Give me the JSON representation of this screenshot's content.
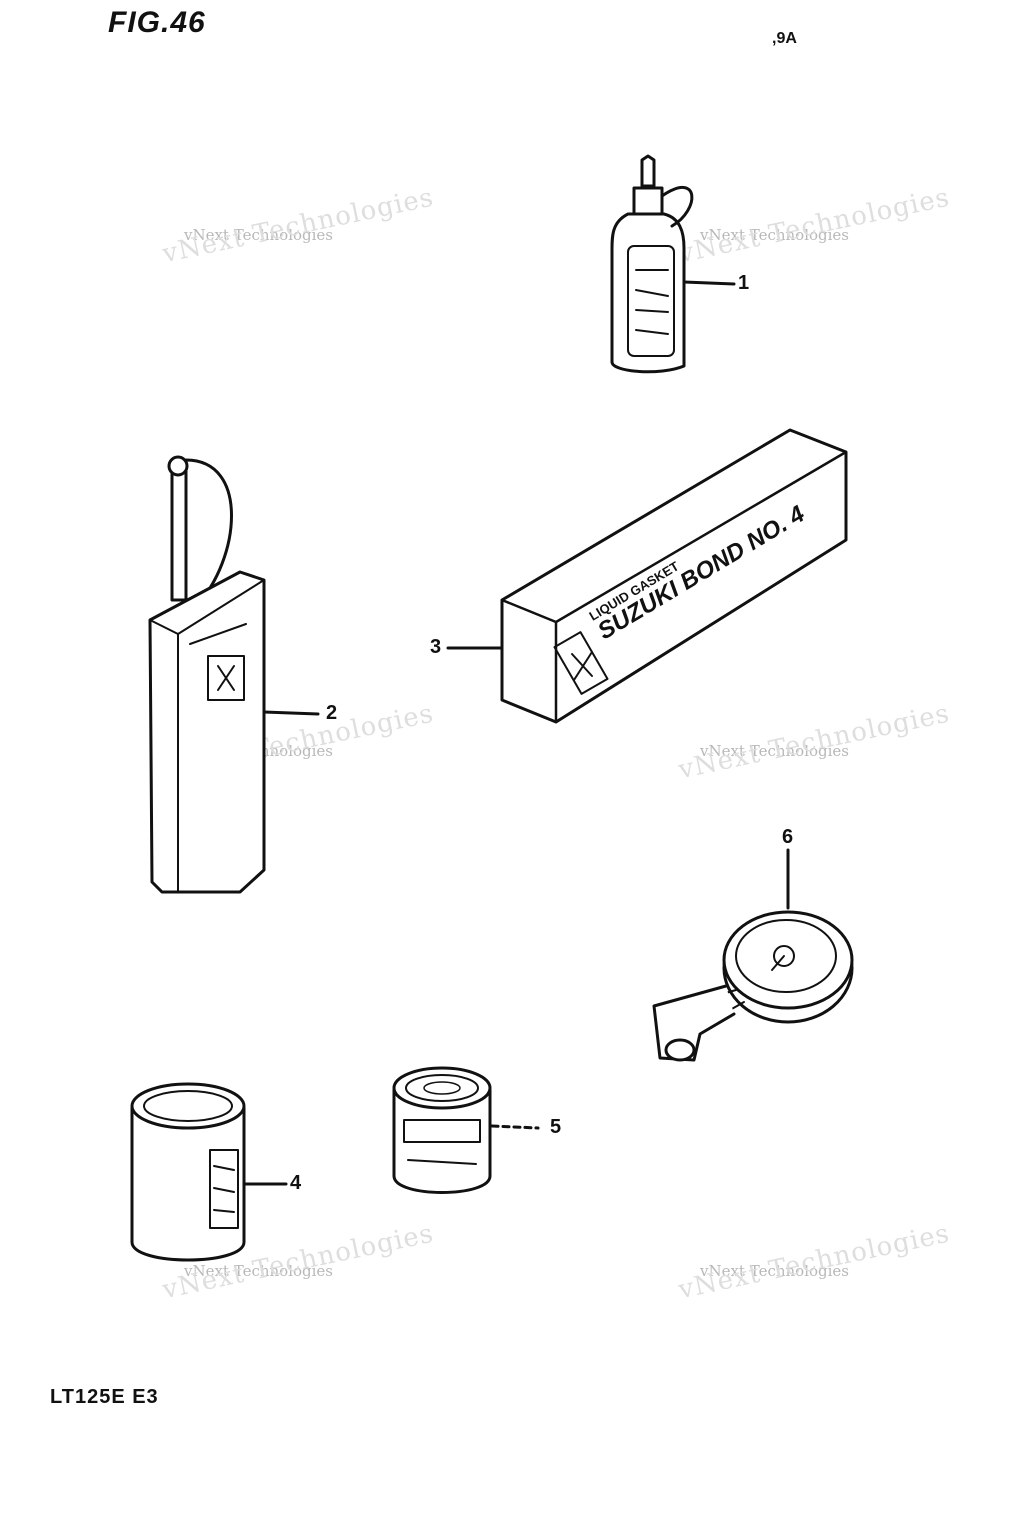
{
  "figure": {
    "title": "FIG.46",
    "model": "LT125E E3",
    "corner_mark": ",9A"
  },
  "callouts": [
    {
      "id": "1",
      "label": "1"
    },
    {
      "id": "2",
      "label": "2"
    },
    {
      "id": "3",
      "label": "3"
    },
    {
      "id": "4",
      "label": "4"
    },
    {
      "id": "5",
      "label": "5"
    },
    {
      "id": "6",
      "label": "6"
    }
  ],
  "box_print": {
    "line1": "LIQUID GASKET",
    "line2": "SUZUKI BOND NO. 4"
  },
  "watermark": {
    "small": "vNext Technologies",
    "big": "vNext Technologies"
  }
}
